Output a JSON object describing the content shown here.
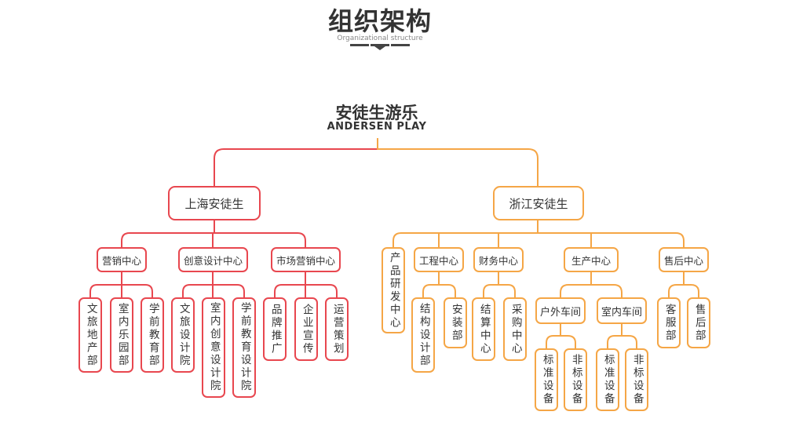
{
  "header": {
    "title": "组织架构",
    "subtitle": "Organizational structure"
  },
  "root": {
    "name": "安徒生游乐",
    "name_en": "ANDERSEN PLAY"
  },
  "colors": {
    "shanghai": "#e8474f",
    "zhejiang": "#f5a646",
    "text": "#333333"
  },
  "tree": {
    "shanghai": {
      "name": "上海安徒生",
      "centers": [
        {
          "name": "营销中心",
          "depts": [
            "文旅地产部",
            "室内乐园部",
            "学前教育部"
          ]
        },
        {
          "name": "创意设计中心",
          "depts": [
            "文旅设计院",
            "室内创意设计院",
            "学前教育设计院"
          ]
        },
        {
          "name": "市场营销中心",
          "depts": [
            "品牌推广",
            "企业宣传",
            "运营策划"
          ]
        }
      ]
    },
    "zhejiang": {
      "name": "浙江安徒生",
      "rd": "产品研发中心",
      "centers": [
        {
          "name": "工程中心",
          "depts": [
            "结构设计部",
            "安装部"
          ]
        },
        {
          "name": "财务中心",
          "depts": [
            "结算中心",
            "采购中心"
          ]
        },
        {
          "name": "生产中心",
          "workshops": [
            {
              "name": "户外车间",
              "depts": [
                "标准设备",
                "非标设备"
              ]
            },
            {
              "name": "室内车间",
              "depts": [
                "标准设备",
                "非标设备"
              ]
            }
          ]
        },
        {
          "name": "售后中心",
          "depts": [
            "客服部",
            "售后部"
          ]
        }
      ]
    }
  }
}
